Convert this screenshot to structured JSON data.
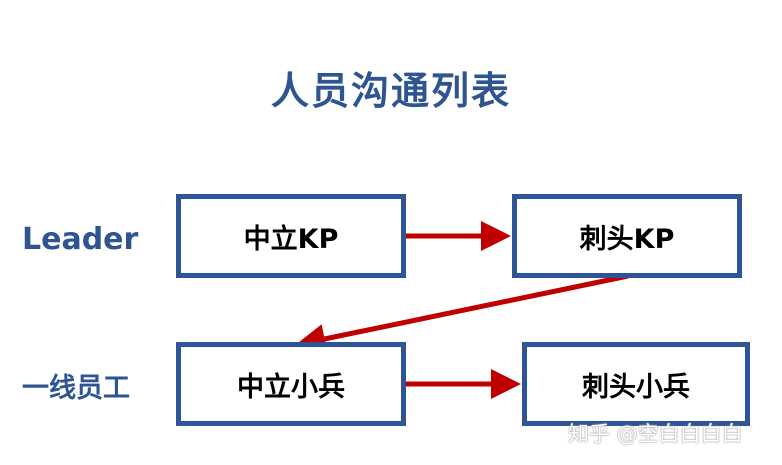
{
  "title": "人员沟通列表",
  "rows": {
    "leader_label": "Leader",
    "staff_label": "一线员工"
  },
  "boxes": {
    "leader_neutral": "中立KP",
    "leader_thorn": "刺头KP",
    "staff_neutral": "中立小兵",
    "staff_thorn": "刺头小兵"
  },
  "watermark": "知乎 @空白白白白",
  "colors": {
    "title": "#2e5491",
    "box_border": "#2f5496",
    "arrow": "#c00000"
  }
}
